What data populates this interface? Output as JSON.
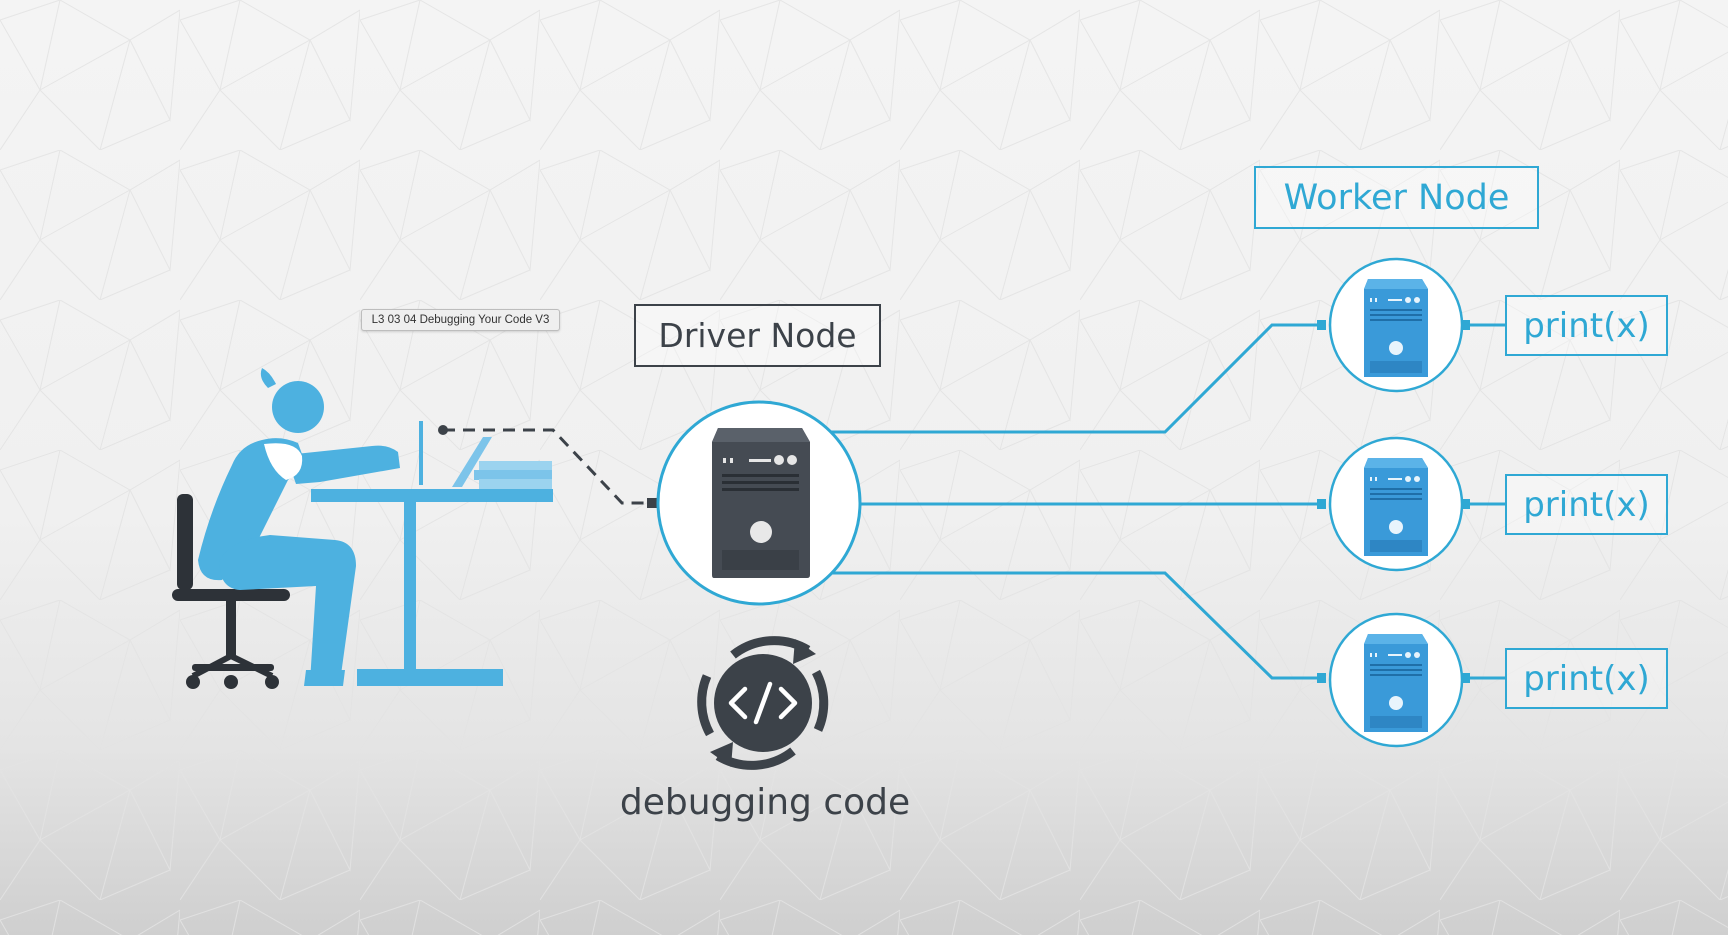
{
  "tooltip": "L3 03 04 Debugging Your Code V3",
  "driver_node": {
    "label": "Driver Node"
  },
  "worker_node": {
    "label": "Worker Node",
    "workers": [
      {
        "output": "print(x)"
      },
      {
        "output": "print(x)"
      },
      {
        "output": "print(x)"
      }
    ]
  },
  "debugging": {
    "label": "debugging code",
    "icon": "code-cycle-icon"
  },
  "colors": {
    "accent": "#2fa8d4",
    "dark": "#3c4249",
    "server_blue": "#3a9ad9",
    "server_dark": "#454b53",
    "person": "#4db1e0"
  }
}
